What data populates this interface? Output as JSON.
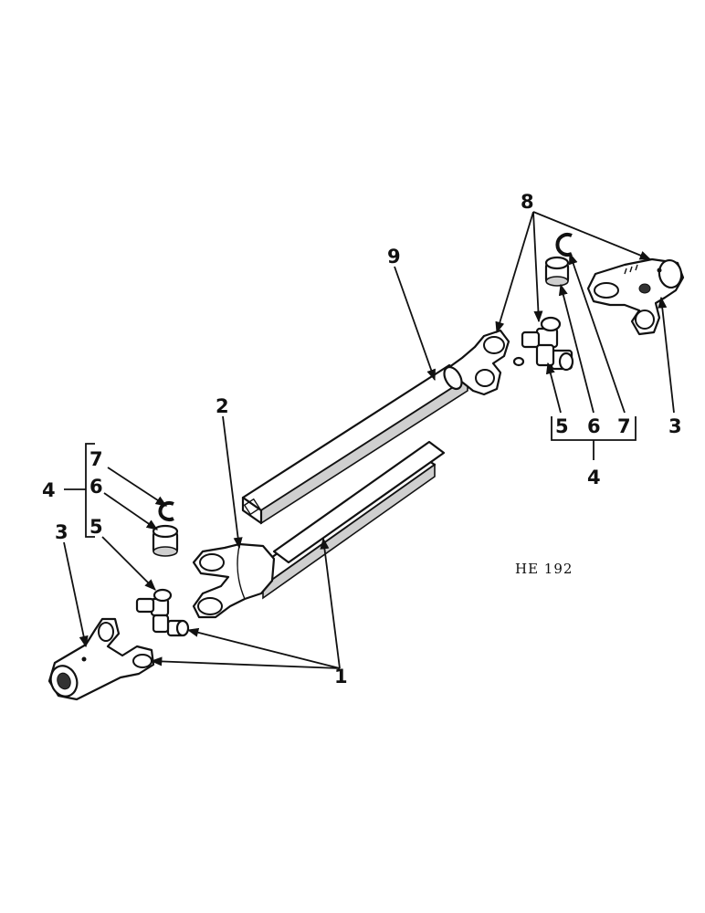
{
  "figure_code": "HE 192",
  "callouts": {
    "c1": "1",
    "c2": "2",
    "c3_left": "3",
    "c3_right": "3",
    "c4_left": "4",
    "c4_right": "4",
    "c5_left": "5",
    "c5_right": "5",
    "c6_left": "6",
    "c6_right": "6",
    "c7_left": "7",
    "c7_right": "7",
    "c8": "8",
    "c9": "9"
  }
}
